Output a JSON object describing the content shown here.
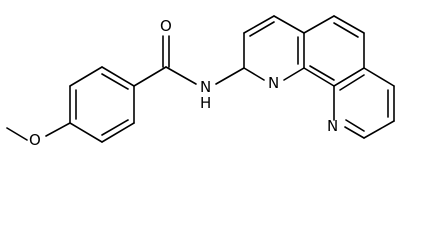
{
  "atoms": {
    "oxygen_carbonyl": "O",
    "oxygen_methoxy": "O",
    "amide_nitrogen": "N",
    "amide_hydrogen": "H",
    "ring_nitrogen_upper": "N",
    "ring_nitrogen_lower": "N"
  },
  "colors": {
    "bonds": "#000000",
    "labels": "#000000",
    "background": "#ffffff"
  }
}
